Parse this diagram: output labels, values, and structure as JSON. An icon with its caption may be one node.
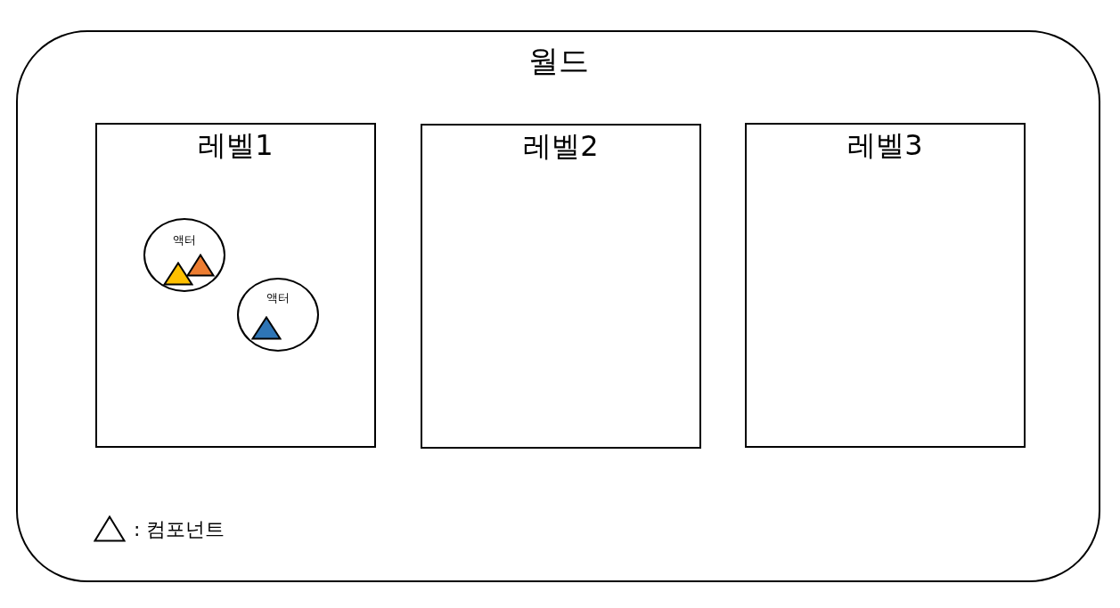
{
  "diagram": {
    "nodes": [
      {
        "text": [
          "월드"
        ]
      },
      {
        "text": [
          "레벨1"
        ],
        "in": 0
      },
      {
        "text": [
          "레벨2"
        ],
        "in": 0
      },
      {
        "text": [
          "레벨3"
        ],
        "in": 0
      },
      {
        "text": [
          "액터"
        ],
        "in": 1
      },
      {
        "text": [],
        "shape": "triangle",
        "in": 4
      },
      {
        "text": [],
        "shape": "triangle",
        "in": 4
      },
      {
        "text": [
          "액터"
        ],
        "in": 1
      },
      {
        "text": [],
        "shape": "triangle",
        "in": 7
      }
    ],
    "edges": [],
    "legend": [
      {
        "text": ": 컴포넌트"
      }
    ]
  }
}
